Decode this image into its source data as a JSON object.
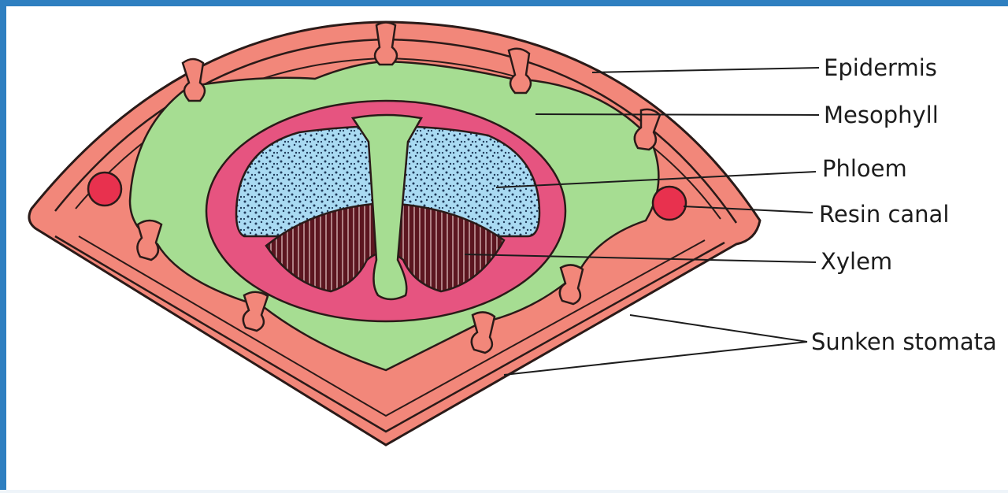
{
  "diagram": {
    "labels": {
      "epidermis": "Epidermis",
      "mesophyll": "Mesophyll",
      "phloem": "Phloem",
      "resin_canal": "Resin canal",
      "xylem": "Xylem",
      "sunken_stomata": "Sunken stomata"
    },
    "colors": {
      "frame": "#2e7fc0",
      "epidermis": "#f2877a",
      "epidermis_stroke": "#2a1a18",
      "mesophyll": "#a6dd92",
      "endodermis": "#e65480",
      "phloem": "#a9daf2",
      "xylem": "#6a1a22",
      "resin_canal": "#e8314e",
      "leader_line": "#1c1c1c"
    }
  }
}
